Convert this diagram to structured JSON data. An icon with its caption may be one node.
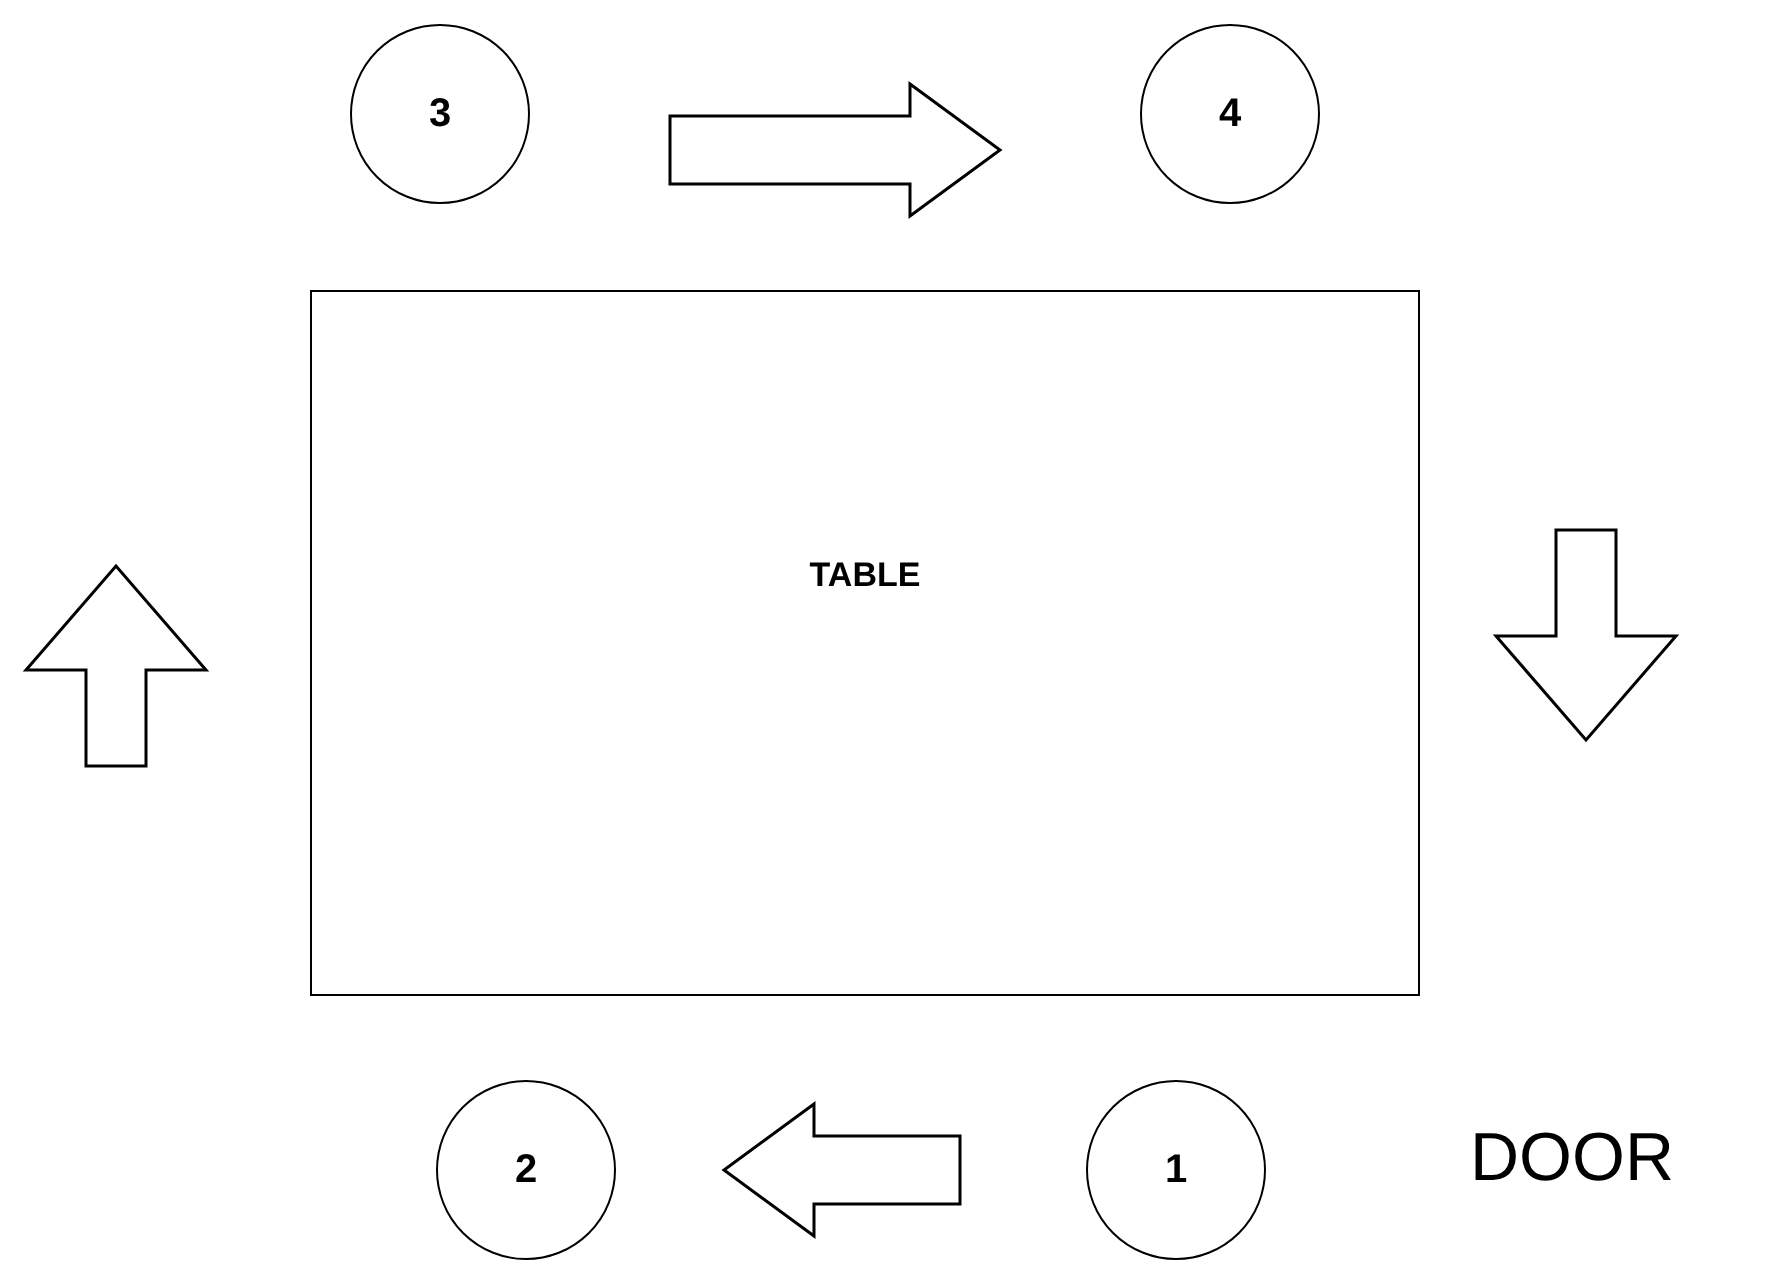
{
  "diagram": {
    "nodes": [
      {
        "text": [
          "3"
        ]
      },
      {
        "text": [
          "4"
        ]
      },
      {
        "text": [
          "TABLE"
        ]
      },
      {
        "text": [
          "2"
        ]
      },
      {
        "text": [
          "1"
        ]
      }
    ],
    "edges": [
      {
        "from": 0,
        "to": 1,
        "arrow": "to"
      },
      {
        "from": 4,
        "to": 3,
        "arrow": "to"
      }
    ],
    "labels": [
      "DOOR"
    ]
  }
}
